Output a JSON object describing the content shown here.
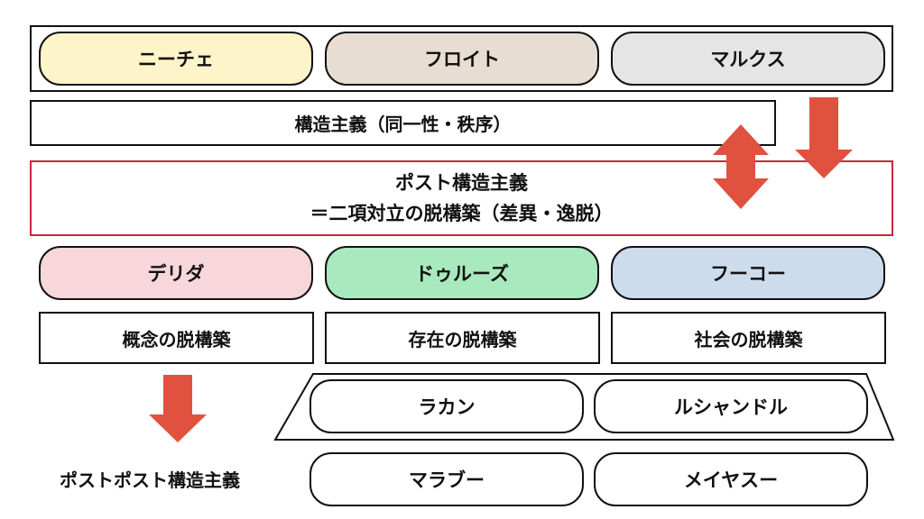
{
  "thinkers_top": [
    {
      "label": "ニーチェ",
      "color": "#fdf5c9"
    },
    {
      "label": "フロイト",
      "color": "#e7ddd3"
    },
    {
      "label": "マルクス",
      "color": "#e5e5e5"
    }
  ],
  "structuralism": "構造主義（同一性・秩序）",
  "post_structuralism": {
    "line1": "ポスト構造主義",
    "line2": "＝二項対立の脱構築（差異・逸脱）"
  },
  "thinkers_post": [
    {
      "label": "デリダ",
      "color": "#f8d7dc"
    },
    {
      "label": "ドゥルーズ",
      "color": "#a8e9be"
    },
    {
      "label": "フーコー",
      "color": "#ccdcec"
    }
  ],
  "deconstructions": [
    "概念の脱構築",
    "存在の脱構築",
    "社会の脱構築"
  ],
  "influenced": [
    "ラカン",
    "ルシャンドル"
  ],
  "post_post_label": "ポストポスト構造主義",
  "post_post_thinkers": [
    "マラブー",
    "メイヤスー"
  ],
  "colors": {
    "arrow": "#e0513f",
    "border_red": "#c8283c"
  }
}
